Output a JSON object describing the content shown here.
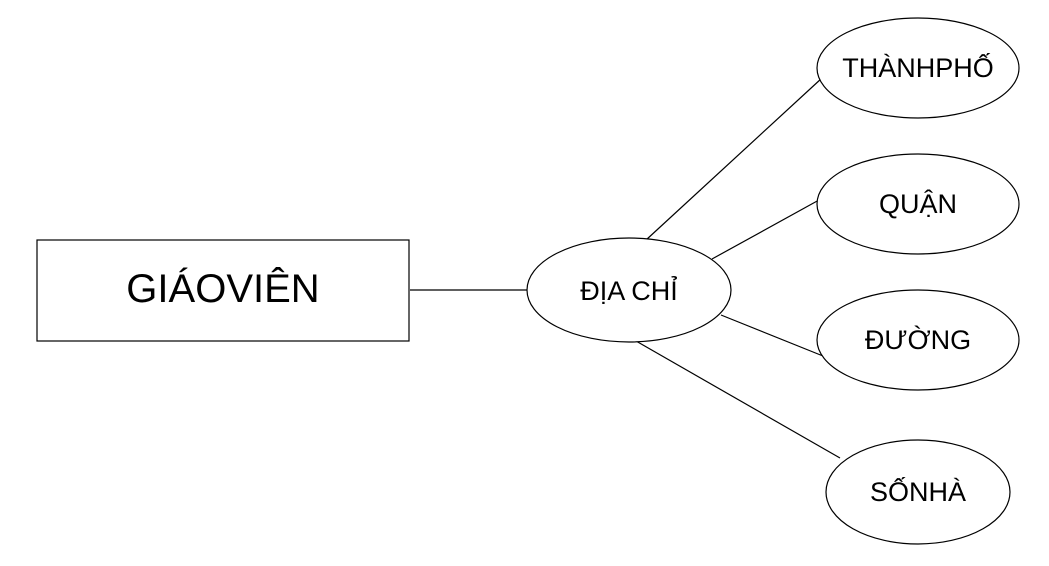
{
  "diagram": {
    "entity": {
      "label": "GIÁOVIÊN"
    },
    "composite_attribute": {
      "label": "ĐỊA CHỈ"
    },
    "sub_attributes": [
      {
        "label": "THÀNHPHỐ"
      },
      {
        "label": "QUẬN"
      },
      {
        "label": "ĐƯỜNG"
      },
      {
        "label": "SỐNHÀ"
      }
    ]
  }
}
